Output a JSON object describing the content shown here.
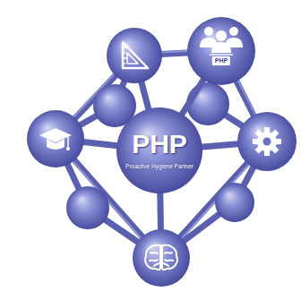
{
  "diagram": {
    "nodes": [
      {
        "text": [
          "PHP",
          "Proactive Hygiene Partner"
        ]
      },
      {
        "text": [
          "PHP"
        ]
      }
    ],
    "edges": [
      {
        "from": 0,
        "to": 1,
        "arrow": "none"
      }
    ]
  }
}
